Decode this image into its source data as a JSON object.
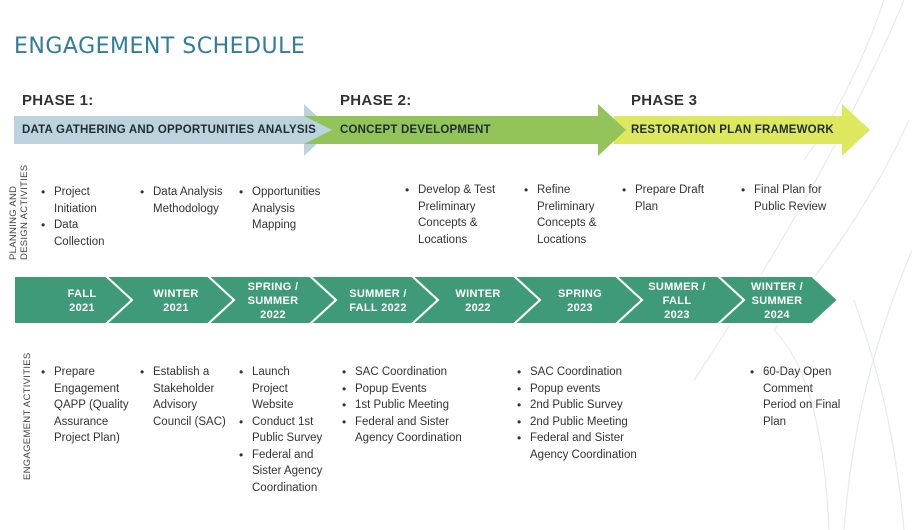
{
  "title": "ENGAGEMENT SCHEDULE",
  "colors": {
    "phase1": "#bcd3de",
    "phase2": "#93c45a",
    "phase3": "#dde85e",
    "season": "#3f9a78",
    "title": "#2f7d9a"
  },
  "phases": [
    {
      "label": "PHASE 1:",
      "name": "DATA GATHERING AND OPPORTUNITIES ANALYSIS"
    },
    {
      "label": "PHASE 2:",
      "name": "CONCEPT DEVELOPMENT"
    },
    {
      "label": "PHASE 3",
      "name": "RESTORATION PLAN FRAMEWORK"
    }
  ],
  "side_labels": {
    "planning": "PLANNING AND\nDESIGN ACTIVITIES",
    "engagement": "ENGAGEMENT ACTIVITIES"
  },
  "seasons": [
    {
      "label": "FALL\n2021"
    },
    {
      "label": "WINTER\n2021"
    },
    {
      "label": "SPRING /\nSUMMER\n2022"
    },
    {
      "label": "SUMMER /\nFALL 2022"
    },
    {
      "label": "WINTER\n2022"
    },
    {
      "label": "SPRING\n2023"
    },
    {
      "label": "SUMMER /\nFALL\n2023"
    },
    {
      "label": "WINTER /\nSUMMER\n2024"
    }
  ],
  "planning_activities": [
    {
      "items": [
        "Project\nInitiation",
        "Data\nCollection"
      ]
    },
    {
      "items": [
        "Data Analysis\nMethodology"
      ]
    },
    {
      "items": [
        "Opportunities\nAnalysis\nMapping"
      ]
    },
    {
      "items": [
        "Develop & Test\nPreliminary\nConcepts &\nLocations"
      ]
    },
    {
      "items": [
        "Refine\nPreliminary\nConcepts &\nLocations"
      ]
    },
    {
      "items": [
        "Prepare Draft\nPlan"
      ]
    },
    {
      "items": [
        "Final Plan for\nPublic Review"
      ]
    }
  ],
  "engagement_activities": [
    {
      "items": [
        "Prepare\nEngagement\nQAPP (Quality\nAssurance\nProject Plan)"
      ]
    },
    {
      "items": [
        "Establish a\nStakeholder\nAdvisory\nCouncil (SAC)"
      ]
    },
    {
      "items": [
        "Launch\nProject\nWebsite",
        "Conduct 1st\nPublic Survey",
        "Federal and\nSister Agency\nCoordination"
      ]
    },
    {
      "items": [
        "SAC Coordination",
        "Popup Events",
        "1st Public Meeting",
        "Federal and Sister\nAgency Coordination"
      ]
    },
    {
      "items": [
        "SAC Coordination",
        "Popup events",
        "2nd Public Survey",
        "2nd Public Meeting",
        "Federal and Sister\nAgency Coordination"
      ]
    },
    {
      "items": [
        "60-Day Open\nComment\nPeriod on Final\nPlan"
      ]
    }
  ]
}
